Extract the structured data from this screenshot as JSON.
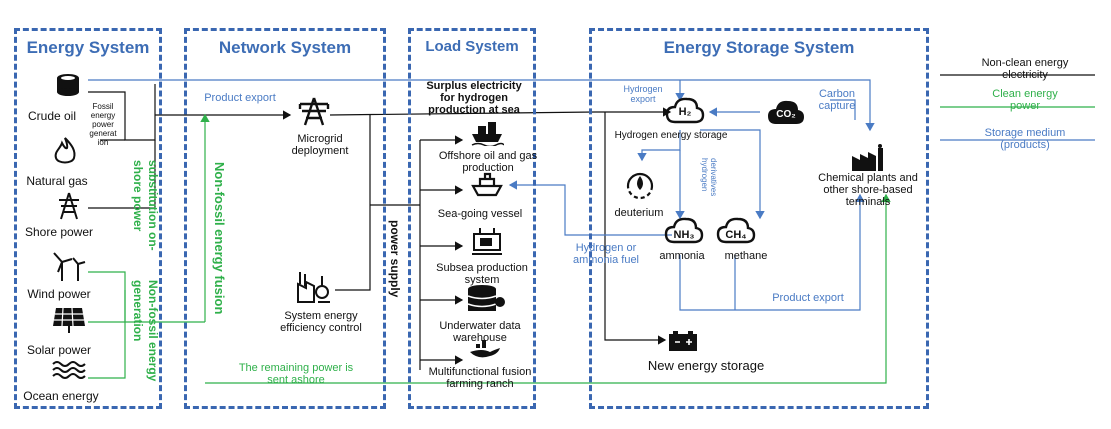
{
  "systems": {
    "energy": "Energy System",
    "network": "Network System",
    "load": "Load System",
    "storage": "Energy Storage System"
  },
  "energy_sources": {
    "crude_oil": "Crude oil",
    "fossil_gen": "Fossil energy power generat ion",
    "natural_gas": "Natural gas",
    "shore_power": "Shore power",
    "wind_power": "Wind power",
    "solar_power": "Solar power",
    "ocean_energy": "Ocean energy",
    "substitution": "substitution on-shore power",
    "nonfossil_gen": "Non-fossil energy generation"
  },
  "network": {
    "product_export": "Product export",
    "microgrid": "Microgrid deployment",
    "efficiency": "System energy efficiency control",
    "fusion": "Non-fossil energy fusion",
    "remaining": "The remaining power is sent ashore",
    "power_supply": "power supply"
  },
  "load": {
    "surplus": "Surplus electricity for hydrogen production at sea",
    "offshore": "Offshore oil and gas production",
    "vessel": "Sea-going vessel",
    "subsea": "Subsea production system",
    "datawarehouse": "Underwater data warehouse",
    "fusion_farm": "Multifunctional fusion farming ranch"
  },
  "storage": {
    "hydrogen_export": "Hydrogen export",
    "carbon_capture": "Carbon capture",
    "h2": "H₂",
    "co2": "CO₂",
    "h2_storage": "Hydrogen energy storage",
    "derivatives": "derivatives hydrogen",
    "deuterium": "deuterium",
    "nh3": "NH₃",
    "ch4": "CH₄",
    "ammonia": "ammonia",
    "methane": "methane",
    "h_or_ammonia": "Hydrogen or ammonia fuel",
    "chemical": "Chemical plants and other shore-based terminals",
    "product_export": "Product export",
    "new_storage": "New energy storage"
  },
  "legend": {
    "nonclean": "Non-clean energy electricity",
    "clean": "Clean energy power",
    "storage_medium": "Storage medium (products)"
  },
  "colors": {
    "nonclean": "#111111",
    "clean": "#2fb04a",
    "storage": "#4a7bc4",
    "frame": "#3a67b1"
  }
}
